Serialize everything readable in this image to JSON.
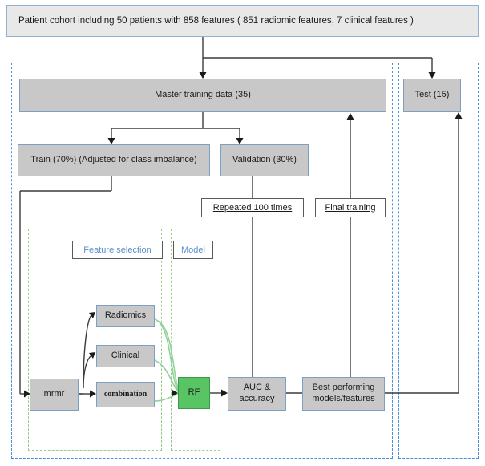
{
  "header": {
    "text": "Patient cohort including 50 patients with 858 features ( 851 radiomic features,  7  clinical features )",
    "n_patients": "50",
    "n_features": "858",
    "n_radiomic": "851",
    "n_clinical": "7"
  },
  "boxes": {
    "master_training": "Master training data (35)",
    "test": "Test (15)",
    "train": "Train (70%) (Adjusted for class imbalance)",
    "validation": "Validation (30%)",
    "repeated": "Repeated 100 times",
    "final_training": "Final training",
    "feature_selection": "Feature selection",
    "model": "Model",
    "mrmr": "mrmr",
    "radiomics": "Radiomics",
    "clinical": "Clinical",
    "combination": "combination",
    "rf": "RF",
    "auc_line1": "AUC &",
    "auc_line2": "accuracy",
    "best_line1": "Best performing",
    "best_line2": "models/features"
  },
  "colors": {
    "box_fill": "#c8c8c8",
    "box_border": "#7ba0c4",
    "green_fill": "#58c463",
    "green_border": "#3a9a45",
    "dash_blue": "#4a90d9",
    "dash_green": "#9ccb8c",
    "header_fill": "#e8e8e8",
    "connector": "#3c3c3c",
    "label_text_blue": "#5b8fc9"
  },
  "annotations": {
    "splits": [
      "35",
      "15",
      "70%",
      "30%"
    ],
    "repeat_count": "100"
  }
}
